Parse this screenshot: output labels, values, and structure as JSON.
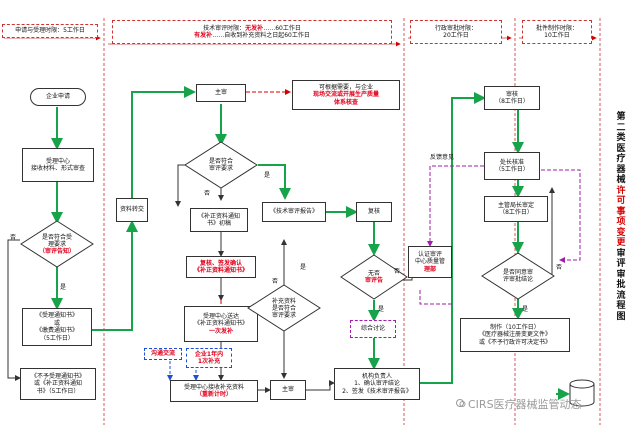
{
  "headers": {
    "acceptance": "申请与受理时限：5工作日",
    "review_line1_label": "技术审评时限：",
    "review_line1_red": "无发补",
    "review_line1_rest": "……60工作日",
    "review_line2_red": "有发补",
    "review_line2_rest": "……自收到补充资料之日起60工作日",
    "admin": "行政审批时限：",
    "admin_days": "20工作日",
    "cert": "批件制作时限：",
    "cert_days": "10工作日"
  },
  "nodes": {
    "apply": "企业申请",
    "accept_center": [
      "受理中心",
      "接收材料、形式审查"
    ],
    "meet_accept": [
      "是否符合受",
      "理要求"
    ],
    "meet_accept_red": "（审评告知）",
    "notice_accept": [
      "《受理通知书》",
      "或",
      "《缴费通知书》",
      "（5工作日）"
    ],
    "notice_reject": [
      "《不予受理通知书》",
      "或《补正资料通知",
      "书》（5工作日）"
    ],
    "send_material": "资料转交",
    "chief1": "主审",
    "note_red": [
      "可根据需要，与企业",
      "现场交流或开展生产质量",
      "体系核查"
    ],
    "meet_review": [
      "是否符合",
      "审评要求"
    ],
    "supplement_notice": [
      "《补正资料通知",
      "书》初稿"
    ],
    "review_report": "《技术审评报告》",
    "recheck": "复核",
    "sign_red": [
      "复核、签发确认",
      "《补正资料通知书》"
    ],
    "send_once": [
      "受理中心送达",
      "《补正资料通知书》"
    ],
    "send_once_red": "一次发补",
    "comm_red": "沟通交流",
    "within_year": [
      "企业1年内",
      "1次补充"
    ],
    "supp_meet": [
      "补充资料",
      "是否符合",
      "审评要求"
    ],
    "receive_supp": "受理中心接收补充资料",
    "receive_supp_red": "（重新计时）",
    "chief2": "主审",
    "agree": "无否",
    "agree_red": "审评告",
    "discuss": "综合讨论",
    "responsible": [
      "机构负责人",
      "1、确认审评结论",
      "2、签发《技术审评报告》"
    ],
    "cert_center": [
      "认证审评",
      "中心质量管"
    ],
    "cert_center_red": "理部",
    "audit": [
      "审核",
      "（8工作日）"
    ],
    "division": [
      "处长核准",
      "（5工作日）"
    ],
    "director": [
      "主管局长审定",
      "（8工作日）"
    ],
    "meet_admin": [
      "是否同意审",
      "评审批结论"
    ],
    "make_cert": [
      "制作（10工作日）",
      "《医疗器械注册变更文件》",
      "或《不予行政许可决定书》"
    ]
  },
  "edge_labels": {
    "no1": "否",
    "yes1": "是",
    "no2": "否",
    "yes2": "是",
    "no3": "否",
    "yes3": "是",
    "no4": "否",
    "yes4": "是",
    "feedback": "反馈意见",
    "no5": "否",
    "yes5": "是"
  },
  "side_title_pre": "第二类医疗器械",
  "side_title_hi": "许可事项变更",
  "side_title_post": "审评审批流程图",
  "watermark": "CIRS医疗器械监管动态"
}
